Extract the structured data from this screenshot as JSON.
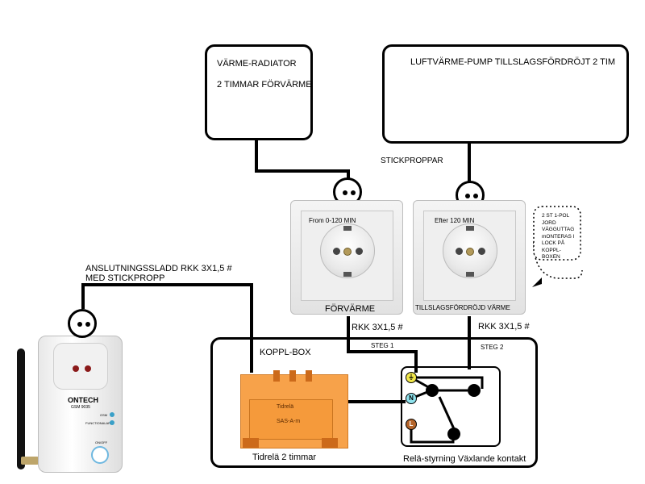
{
  "radiator": {
    "line1": "VÄRME-RADIATOR",
    "line2": "2 TIMMAR FÖRVÄRME"
  },
  "heatpump": {
    "label": "LUFTVÄRME-PUMP TILLSLAGSFÖRDRÖJT 2 TIM"
  },
  "plugs_label": "STICKPROPPAR",
  "outlet_left": {
    "top": "From 0-120 MIN",
    "bottom": "FÖRVÄRME"
  },
  "outlet_right": {
    "top": "Efter 120 MIN",
    "bottom": "TILLSLAGSFÖRDRÖJD VÄRME"
  },
  "note": {
    "lines": [
      "2 ST 1-POL JORD",
      "VÄGGUTTAG",
      "mONTERAS I",
      "LOCK PÅ",
      "KOPPL-BOXEN"
    ]
  },
  "cable_left": "RKK 3X1,5 #",
  "cable_right": "RKK 3X1,5 #",
  "supply": {
    "line1": "ANSLUTNINGSSLADD RKK 3X1,5 #",
    "line2": "MED STICKPROPP"
  },
  "koppl_box": "KOPPL-BOX",
  "steg1": "STEG 1",
  "steg2": "STEG 2",
  "timer": {
    "caption": "Tidrelä 2 timmar",
    "text1": "Tidrelä",
    "text2": "SAS-A-m"
  },
  "relay": {
    "caption": "Relä-styrning Växlande kontakt",
    "term_n": "N",
    "term_l": "L"
  },
  "gsm": {
    "brand": "ONTECH",
    "model": "GSM 9035",
    "led1": "GSM",
    "led2": "FUNCTIONALARM",
    "button": "ON/OFF"
  },
  "colors": {
    "timer_orange": "#f7a24a",
    "term_yellow": "#f2e84a",
    "term_cyan": "#8fe3ee",
    "term_brown": "#b5652b"
  }
}
